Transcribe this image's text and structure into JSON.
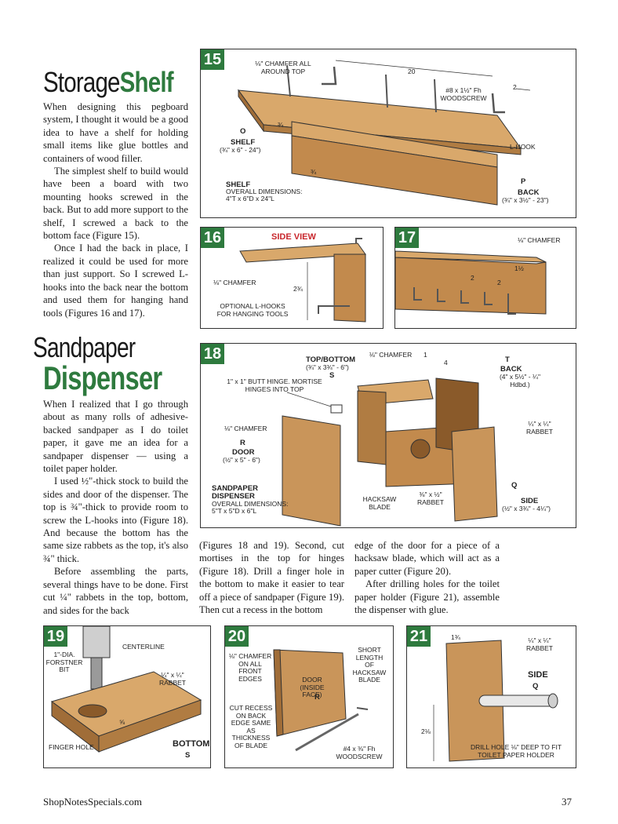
{
  "headings": {
    "storage_light": "Storage",
    "storage_bold": "Shelf",
    "sandpaper_light": "Sandpaper",
    "sandpaper_bold": "Dispenser"
  },
  "storage_paragraphs": [
    "When designing this pegboard system, I thought it would be a good idea to have a shelf for holding small items like glue bottles and containers of wood filler.",
    "The simplest shelf to build would have been a board with two mounting hooks screwed in the back. But to add more support to the shelf, I screwed a back to the bottom face (Figure 15).",
    "Once I had the back in place, I realized it could be used for more than just support. So I screwed L-hooks into the back near the bottom and used them for hanging hand tools (Figures 16 and 17)."
  ],
  "dispenser_col1": [
    "When I realized that I go through about as many rolls of adhesive-backed sandpaper as I do toilet paper, it gave me an idea for a sandpaper dispenser — using a toilet paper holder.",
    "I used ½\"-thick stock to build the sides and door of the dispenser. The top is ¾\"-thick to provide room to screw the L-hooks into (Figure 18). And because the bottom has the same size rabbets as the top, it's also ¾\" thick.",
    "Before assembling the parts, several things have to be done. First cut ¼\" rabbets in the top, bottom, and sides for the back"
  ],
  "dispenser_col2": "(Figures 18 and 19). Second, cut mortises in the top for hinges (Figure 18). Drill a finger hole in the bottom to make it easier to tear off a piece of sandpaper (Figure 19). Then cut a recess in the bottom",
  "dispenser_col3": [
    "edge of the door for a piece of a hacksaw blade, which will act as a paper cutter (Figure 20).",
    "After drilling holes for the toilet paper holder (Figure 21), assemble the dispenser with glue."
  ],
  "figures": {
    "f15": {
      "num": "15",
      "chamfer": "⅛\" CHAMFER ALL AROUND TOP",
      "dim20": "20",
      "screw": "#8 x 1½\" Fh WOODSCREW",
      "dim2": "2",
      "dim34a": "¾",
      "dim34b": "¾",
      "shelf_letter": "O",
      "shelf": "SHELF",
      "shelf_dims": "(¾\" x 6\" - 24\")",
      "lhook": "L-HOOK",
      "overall_title": "SHELF",
      "overall_sub": "OVERALL DIMENSIONS:",
      "overall_dims": "4\"T x 6\"D x 24\"L",
      "back_letter": "P",
      "back": "BACK",
      "back_dims": "(¾\" x 3½\" - 23\")"
    },
    "f16": {
      "num": "16",
      "title": "SIDE VIEW",
      "chamfer": "⅛\" CHAMFER",
      "dim": "2¾",
      "optional": "OPTIONAL L-HOOKS FOR HANGING TOOLS"
    },
    "f17": {
      "num": "17",
      "chamfer": "⅛\" CHAMFER",
      "dim15": "1½",
      "dim2a": "2",
      "dim2b": "2"
    },
    "f18": {
      "num": "18",
      "hinge": "1\" x 1\" BUTT HINGE. MORTISE HINGES INTO TOP",
      "topbottom": "TOP/BOTTOM",
      "topbottom_dims": "(¾\" x 3¾\" - 6\")",
      "topbottom_letter": "S",
      "chamfer_top": "⅛\" CHAMFER",
      "dim1": "1",
      "dim4": "4",
      "back_letter": "T",
      "back": "BACK",
      "back_dims": "(4\" x 5½\" - ¼\" Hdbd.)",
      "chamfer_door": "⅛\" CHAMFER",
      "door_letter": "R",
      "door": "DOOR",
      "door_dims": "(½\" x 5\" - 6\")",
      "rabbet_right": "¼\" x ¼\" RABBET",
      "rabbet_mid": "⅜\" x ½\" RABBET",
      "hacksaw": "HACKSAW BLADE",
      "overall_title": "SANDPAPER DISPENSER",
      "overall_sub": "OVERALL DIMENSIONS:",
      "overall_dims": "5\"T x 5\"D x 6\"L",
      "side_letter": "Q",
      "side": "SIDE",
      "side_dims": "(½\" x 3¾\" - 4¼\")"
    },
    "f19": {
      "num": "19",
      "bit": "1\"-DIA. FORSTNER BIT",
      "centerline": "CENTERLINE",
      "rabbet": "¼\" x ¼\" RABBET",
      "dim": "⅝",
      "finger": "FINGER HOLE",
      "bottom": "BOTTOM",
      "bottom_letter": "S"
    },
    "f20": {
      "num": "20",
      "chamfer": "⅛\" CHAMFER ON ALL FRONT EDGES",
      "short": "SHORT LENGTH OF HACKSAW BLADE",
      "door": "DOOR (INSIDE FACE)",
      "door_letter": "R",
      "recess": "CUT RECESS ON BACK EDGE SAME AS THICKNESS OF BLADE",
      "screw": "#4 x ⅜\" Fh WOODSCREW"
    },
    "f21": {
      "num": "21",
      "dim134": "1¾",
      "rabbet": "¼\" x ¼\" RABBET",
      "side": "SIDE",
      "side_letter": "Q",
      "dim218": "2⅛",
      "drill": "DRILL HOLE ⅛\" DEEP TO FIT TOILET PAPER HOLDER"
    }
  },
  "footer": {
    "site": "ShopNotesSpecials.com",
    "page": "37"
  },
  "colors": {
    "accent_green": "#2e7a3e",
    "wood": "#c9955a",
    "wood_dark": "#9b6a36",
    "red": "#c8262c"
  }
}
